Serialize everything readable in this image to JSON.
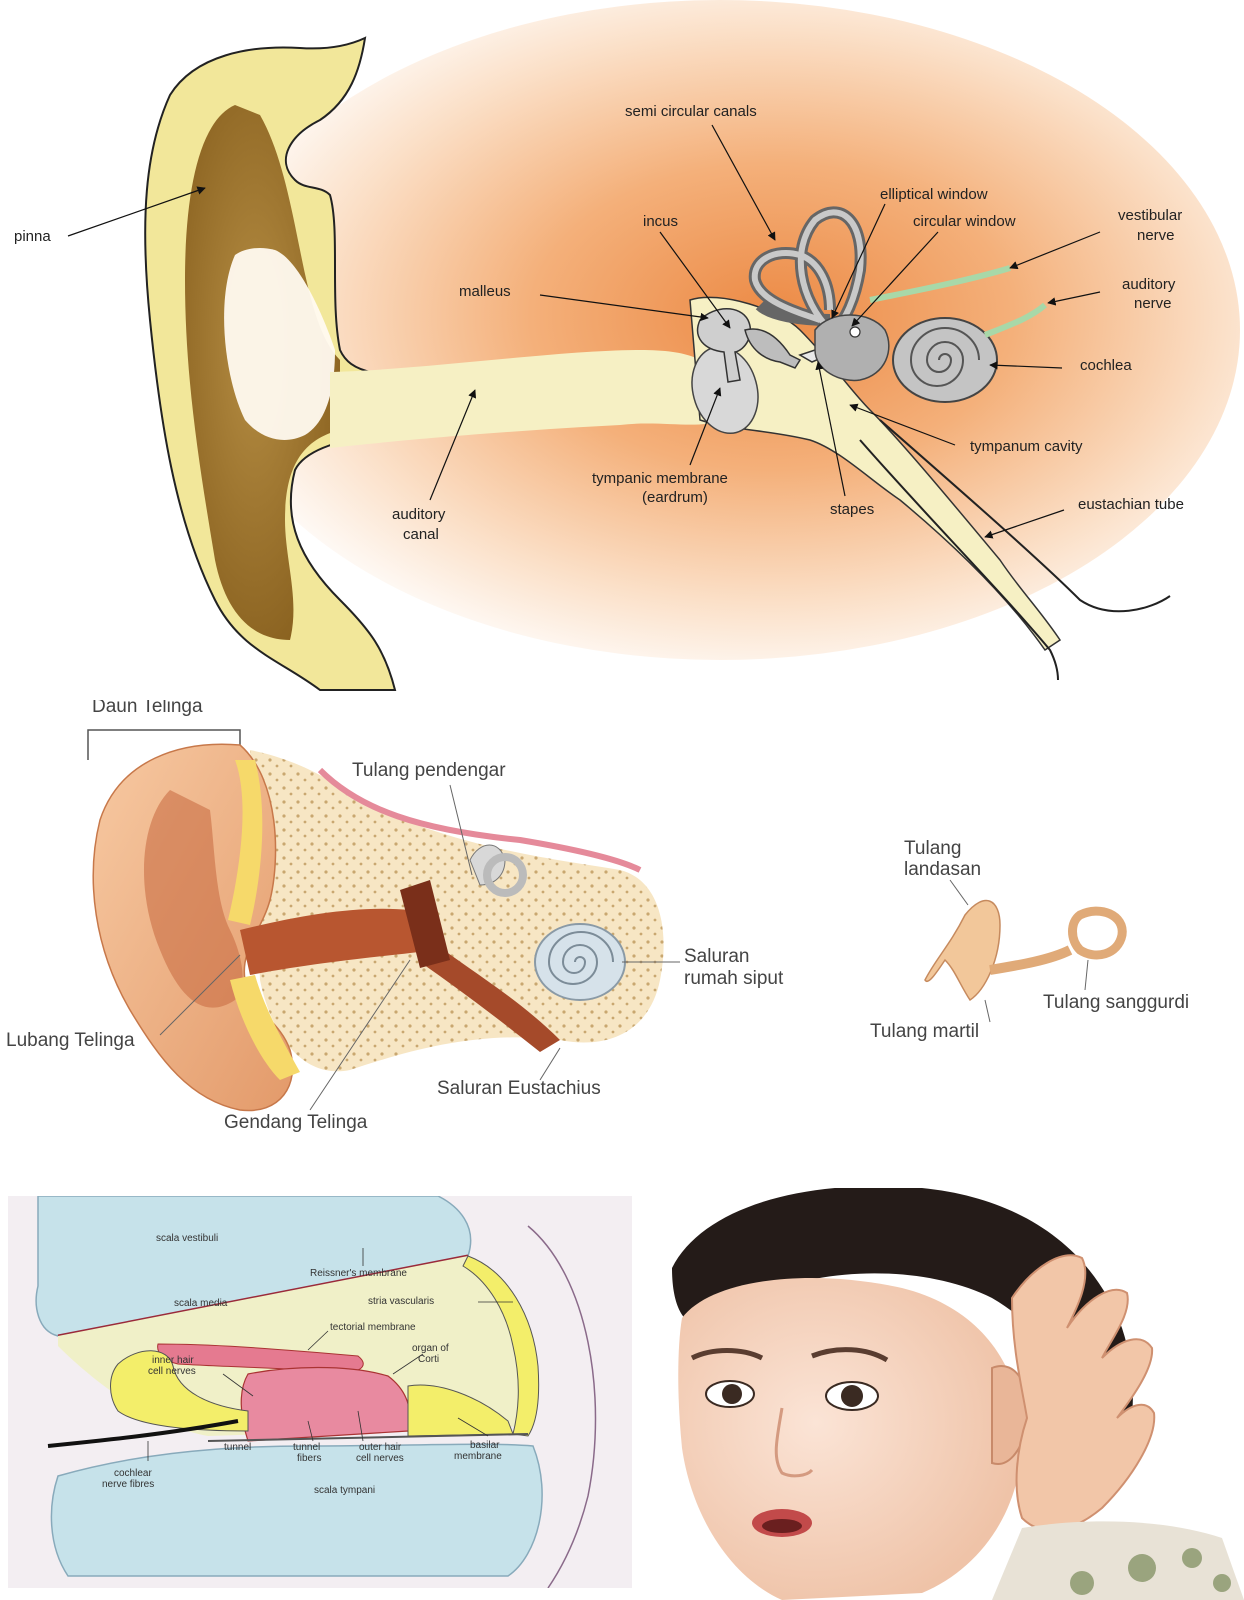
{
  "ear_diagram": {
    "labels": {
      "pinna": "pinna",
      "semi_circular_canals": "semi circular canals",
      "elliptical_window": "elliptical window",
      "incus": "incus",
      "circular_window": "circular window",
      "vestibular_nerve_1": "vestibular",
      "vestibular_nerve_2": "nerve",
      "malleus": "malleus",
      "auditory_nerve_1": "auditory",
      "auditory_nerve_2": "nerve",
      "cochlea": "cochlea",
      "tympanum_cavity": "tympanum cavity",
      "tympanic_membrane_1": "tympanic membrane",
      "tympanic_membrane_2": "(eardrum)",
      "eustachian_tube": "eustachian tube",
      "stapes": "stapes",
      "auditory_canal_1": "auditory",
      "auditory_canal_2": "canal"
    }
  },
  "indonesian_diagram": {
    "labels": {
      "daun_telinga": "Daun Telinga",
      "tulang_pendengar": "Tulang pendengar",
      "saluran_rumah_siput_1": "Saluran",
      "saluran_rumah_siput_2": "rumah siput",
      "lubang_telinga": "Lubang Telinga",
      "saluran_eustachius": "Saluran Eustachius",
      "gendang_telinga": "Gendang Telinga",
      "tulang_landasan_1": "Tulang",
      "tulang_landasan_2": "landasan",
      "tulang_sanggurdi": "Tulang sanggurdi",
      "tulang_martil": "Tulang martil"
    }
  },
  "cochlea_section": {
    "labels": {
      "scala_vestibuli": "scala vestibuli",
      "reissners_membrane": "Reissner's membrane",
      "scala_media": "scala media",
      "stria_vascularis": "stria vascularis",
      "tectorial_membrane": "tectorial membrane",
      "organ_of_corti_1": "organ of",
      "organ_of_corti_2": "Corti",
      "inner_hair_1": "inner hair",
      "inner_hair_2": "cell nerves",
      "tunnel": "tunnel",
      "tunnel_fibers_1": "tunnel",
      "tunnel_fibers_2": "fibers",
      "outer_hair_1": "outer hair",
      "outer_hair_2": "cell nerves",
      "basilar_1": "basilar",
      "basilar_2": "membrane",
      "cochlear_nerve_1": "cochlear",
      "cochlear_nerve_2": "nerve fibres",
      "scala_tympani": "scala tympani"
    }
  },
  "colors": {
    "pinna_yellow": "#f2e79a",
    "canal_cream": "#f6f0c4",
    "orange_glow": "#f0a060",
    "bone_gray": "#b9b9b9",
    "nerve_green": "#a8d8a8",
    "fluid_blue": "#c6e2ea",
    "corti_pink": "#e57a90",
    "cell_yellow": "#f3ee6a",
    "skin_peach": "#f0b48a"
  }
}
